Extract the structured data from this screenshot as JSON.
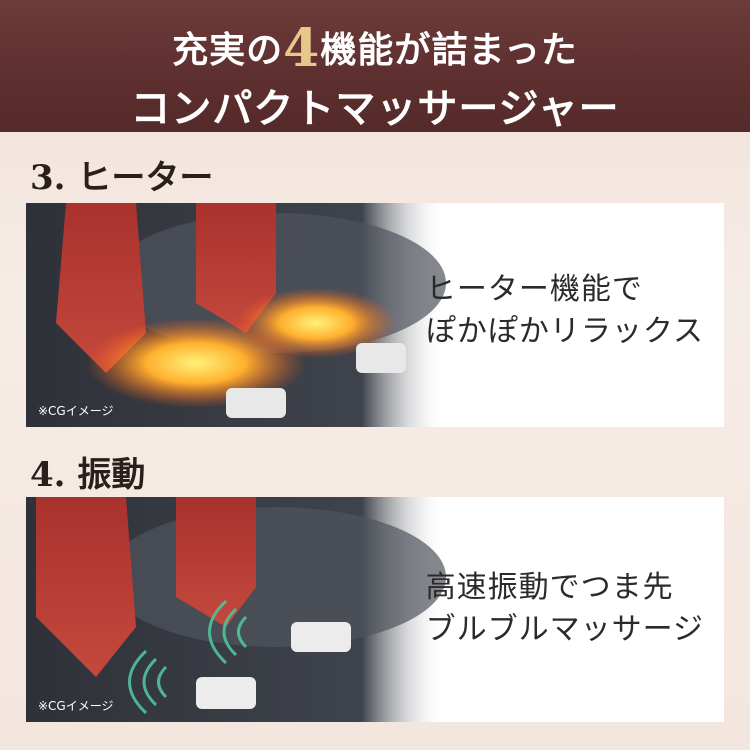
{
  "header": {
    "line1_pre": "充実の",
    "line1_num": "4",
    "line1_post": "機能が詰まった",
    "line2": "コンパクトマッサージャー"
  },
  "sections": [
    {
      "title": "3. ヒーター",
      "caption_line1": "ヒーター機能で",
      "caption_line2": "ぽかぽかリラックス",
      "note": "※CGイメージ"
    },
    {
      "title": "4. 振動",
      "caption_line1": "高速振動でつま先",
      "caption_line2": "ブルブルマッサージ",
      "note": "※CGイメージ"
    }
  ],
  "colors": {
    "header_bg": "#5e2f2f",
    "accent_gold": "#e6c98a",
    "heat_glow": "#ffb02e",
    "vibration": "#4fc39a"
  }
}
